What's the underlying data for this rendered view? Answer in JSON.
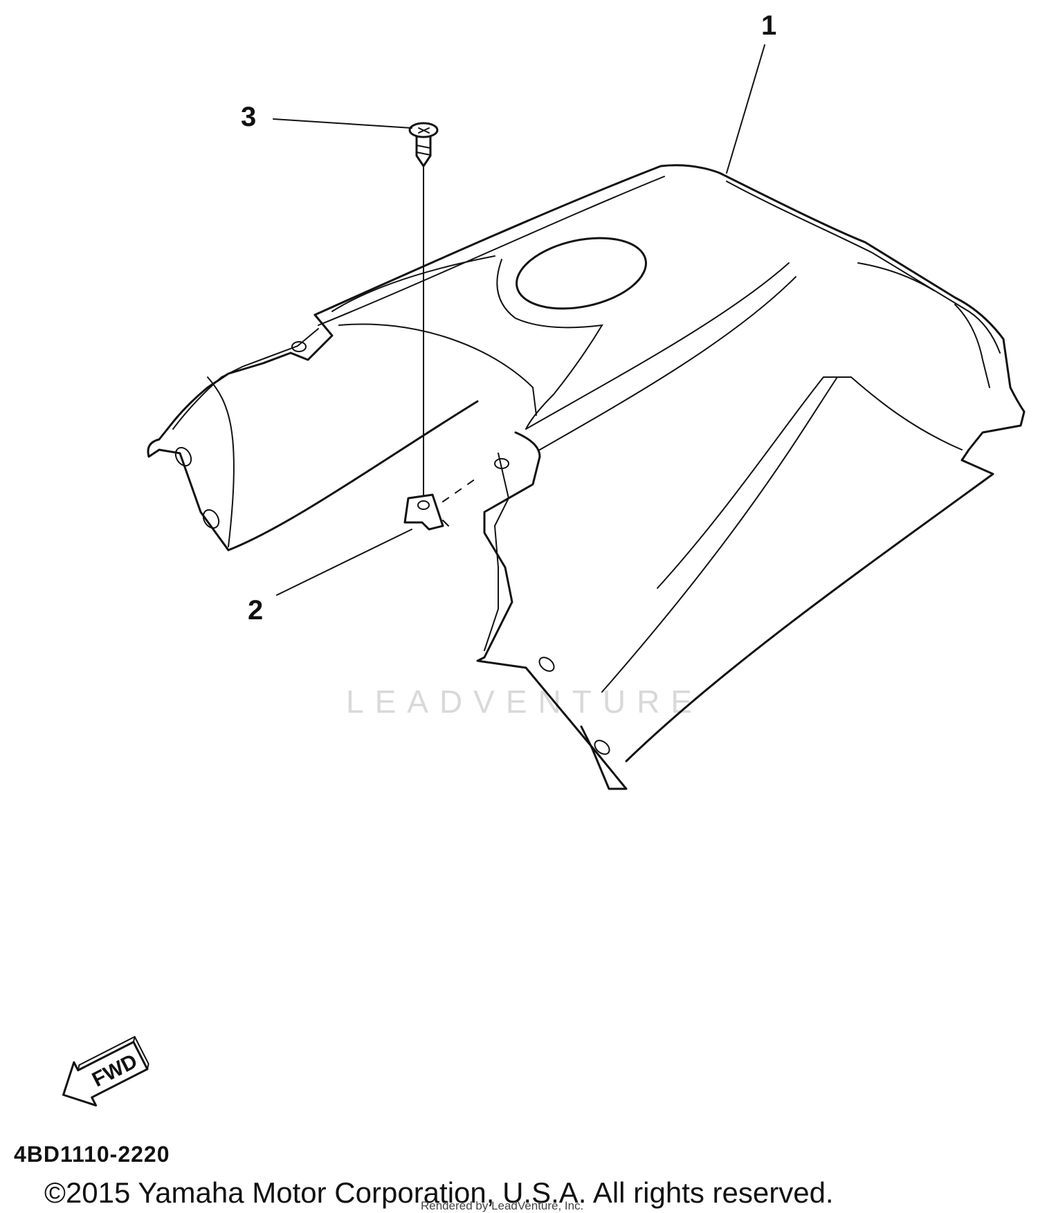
{
  "callouts": [
    {
      "id": "1",
      "label": "1"
    },
    {
      "id": "2",
      "label": "2"
    },
    {
      "id": "3",
      "label": "3"
    }
  ],
  "fwd_arrow": {
    "label": "FWD"
  },
  "watermark": {
    "text": "LEADVENTURE"
  },
  "part_code": "4BD1110-2220",
  "copyright": "©2015 Yamaha Motor Corporation, U.S.A. All rights reserved.",
  "rendered_by": "Rendered by LeadVenture, Inc."
}
